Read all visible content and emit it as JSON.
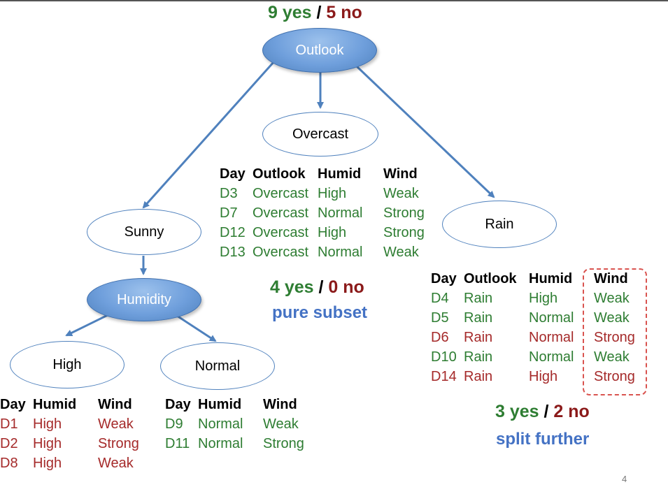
{
  "root": {
    "label": "Outlook",
    "yes": "9 yes",
    "no": "5 no"
  },
  "overcast": {
    "label": "Overcast",
    "headers": [
      "Day",
      "Outlook",
      "Humid",
      "Wind"
    ],
    "rows": [
      [
        "D3",
        "Overcast",
        "High",
        "Weak"
      ],
      [
        "D7",
        "Overcast",
        "Normal",
        "Strong"
      ],
      [
        "D12",
        "Overcast",
        "High",
        "Strong"
      ],
      [
        "D13",
        "Overcast",
        "Normal",
        "Weak"
      ]
    ],
    "yes": "4 yes",
    "no": "0 no",
    "note": "pure subset"
  },
  "sunny": {
    "label": "Sunny",
    "child": "Humidity"
  },
  "high": {
    "label": "High",
    "headers": [
      "Day",
      "Humid",
      "Wind"
    ],
    "rows": [
      [
        "D1",
        "High",
        "Weak"
      ],
      [
        "D2",
        "High",
        "Strong"
      ],
      [
        "D8",
        "High",
        "Weak"
      ]
    ]
  },
  "normal": {
    "label": "Normal",
    "headers": [
      "Day",
      "Humid",
      "Wind"
    ],
    "rows": [
      [
        "D9",
        "Normal",
        "Weak"
      ],
      [
        "D11",
        "Normal",
        "Strong"
      ]
    ]
  },
  "rain": {
    "label": "Rain",
    "headers": [
      "Day",
      "Outlook",
      "Humid",
      "Wind"
    ],
    "rows": [
      [
        "D4",
        "Rain",
        "High",
        "Weak"
      ],
      [
        "D5",
        "Rain",
        "Normal",
        "Weak"
      ],
      [
        "D6",
        "Rain",
        "Normal",
        "Strong"
      ],
      [
        "D10",
        "Rain",
        "Normal",
        "Weak"
      ],
      [
        "D14",
        "Rain",
        "High",
        "Strong"
      ]
    ],
    "yes": "3 yes",
    "no": "2 no",
    "note": "split further"
  },
  "page_number": "4",
  "colors": {
    "yes": "#2e7d32",
    "no": "#8b1a1a",
    "accent": "#4472c4",
    "node_blue": "#4f81bd",
    "highlight": "#d9534f"
  }
}
